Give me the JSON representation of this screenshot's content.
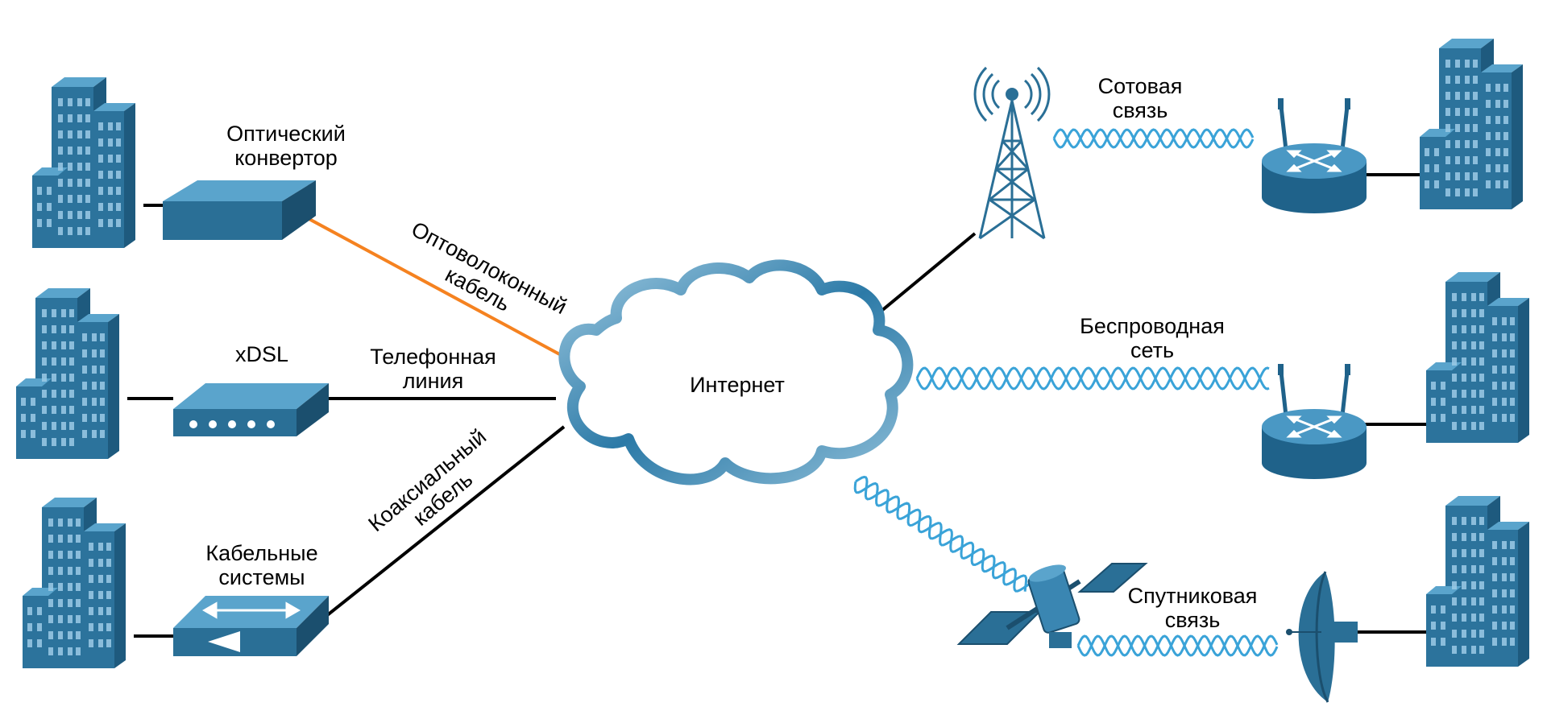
{
  "cloud": {
    "label": "Интернет"
  },
  "left": {
    "optical_converter": {
      "label_line1": "Оптический",
      "label_line2": "конвертор"
    },
    "fiber_cable": {
      "label_line1": "Оптоволоконный",
      "label_line2": "кабель"
    },
    "xdsl": {
      "label": "xDSL"
    },
    "phone_line": {
      "label_line1": "Телефонная",
      "label_line2": "линия"
    },
    "cable_systems": {
      "label_line1": "Кабельные",
      "label_line2": "системы"
    },
    "coax_cable": {
      "label_line1": "Коаксиальный",
      "label_line2": "кабель"
    }
  },
  "right": {
    "cellular": {
      "label_line1": "Сотовая",
      "label_line2": "связь"
    },
    "wireless": {
      "label_line1": "Беспроводная",
      "label_line2": "сеть"
    },
    "satellite": {
      "label_line1": "Спутниковая",
      "label_line2": "связь"
    }
  },
  "colors": {
    "device_blue": "#2a6f96",
    "device_dark": "#1b4f6e",
    "wave_blue": "#3aa3d8",
    "fiber_orange": "#f58220",
    "cable_black": "#000000"
  },
  "icons": [
    "building-icon",
    "optical-converter-icon",
    "dsl-modem-icon",
    "cable-modem-icon",
    "cloud-icon",
    "cell-tower-icon",
    "wireless-router-icon",
    "satellite-icon",
    "satellite-dish-icon"
  ]
}
